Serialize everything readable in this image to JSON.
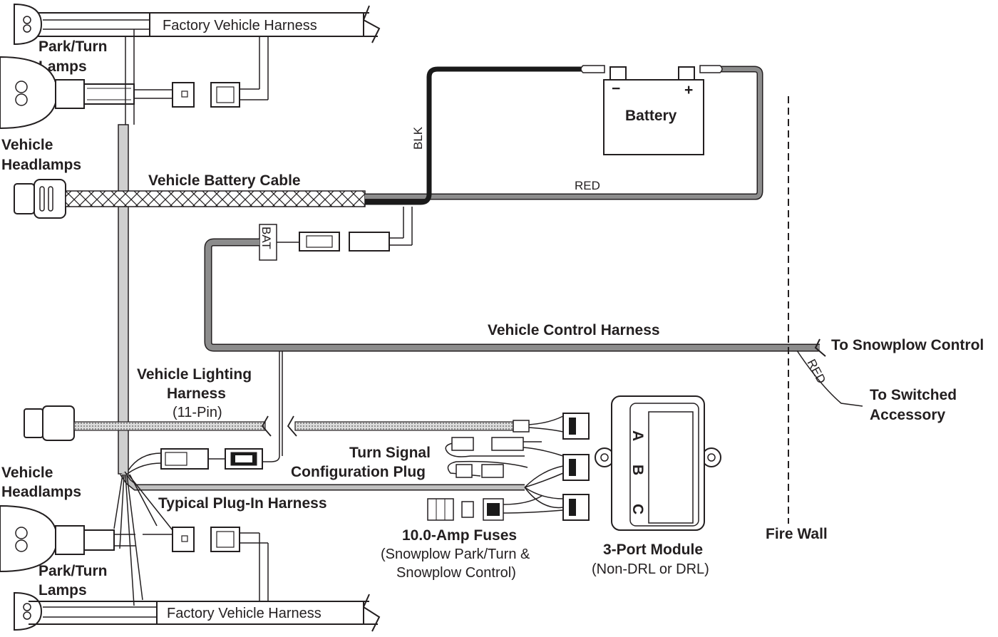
{
  "labels": {
    "factory_harness_top": "Factory Vehicle Harness",
    "park_turn_top_1": "Park/Turn",
    "park_turn_top_2": "Lamps",
    "headlamps_top_1": "Vehicle",
    "headlamps_top_2": "Headlamps",
    "battery": "Battery",
    "battery_neg": "−",
    "battery_pos": "+",
    "blk": "BLK",
    "red_top": "RED",
    "battery_cable": "Vehicle Battery Cable",
    "bat": "BAT",
    "control_harness": "Vehicle Control Harness",
    "to_snowplow_control": "To Snowplow Control",
    "red_diag": "RED",
    "to_switched_1": "To Switched",
    "to_switched_2": "Accessory",
    "lighting_harness_1": "Vehicle Lighting",
    "lighting_harness_2": "Harness",
    "lighting_harness_3": "(11-Pin)",
    "turn_signal_1": "Turn Signal",
    "turn_signal_2": "Configuration Plug",
    "headlamps_bottom_1": "Vehicle",
    "headlamps_bottom_2": "Headlamps",
    "plug_in_harness": "Typical Plug-In Harness",
    "fuses_1": "10.0-Amp Fuses",
    "fuses_2": "(Snowplow Park/Turn &",
    "fuses_3": "Snowplow Control)",
    "module_1": "3-Port Module",
    "module_2": "(Non-DRL or DRL)",
    "port_a": "A",
    "port_b": "B",
    "port_c": "C",
    "fire_wall": "Fire Wall",
    "park_turn_bottom_1": "Park/Turn",
    "park_turn_bottom_2": "Lamps",
    "factory_harness_bottom": "Factory Vehicle Harness"
  },
  "colors": {
    "ink": "#231f20",
    "cable_gray": "#8c8c8c",
    "cable_light": "#cfcfcf",
    "wire_black": "#1a1a1a"
  }
}
